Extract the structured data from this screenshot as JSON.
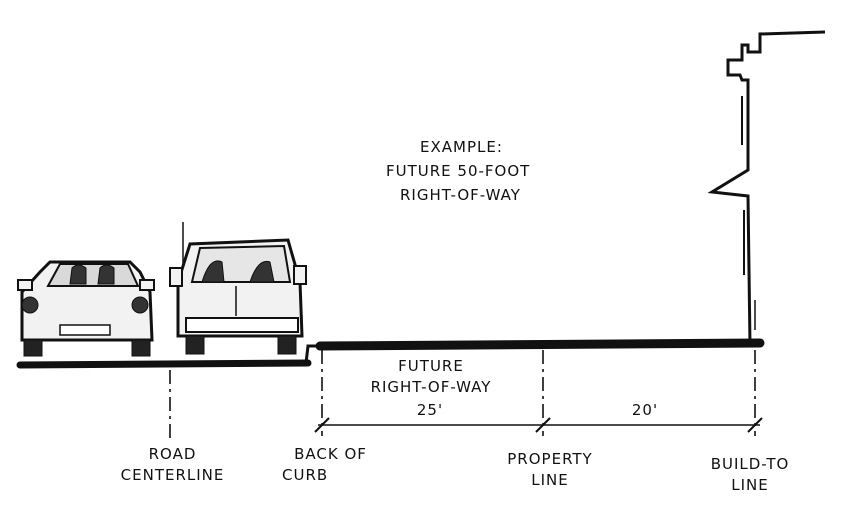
{
  "example_note": {
    "line1": "EXAMPLE:",
    "line2": "FUTURE 50-FOOT",
    "line3": "RIGHT-OF-WAY"
  },
  "future_row": {
    "line1": "FUTURE",
    "line2": "RIGHT-OF-WAY"
  },
  "dimensions": {
    "row_width": "25'",
    "setback": "20'"
  },
  "labels": {
    "road_centerline": [
      "ROAD",
      "CENTERLINE"
    ],
    "back_of_curb": [
      "BACK OF",
      "CURB"
    ],
    "property_line": [
      "PROPERTY",
      "LINE"
    ],
    "build_to_line": [
      "BUILD-TO",
      "LINE"
    ]
  },
  "colors": {
    "ink": "#111111",
    "background": "#ffffff"
  }
}
